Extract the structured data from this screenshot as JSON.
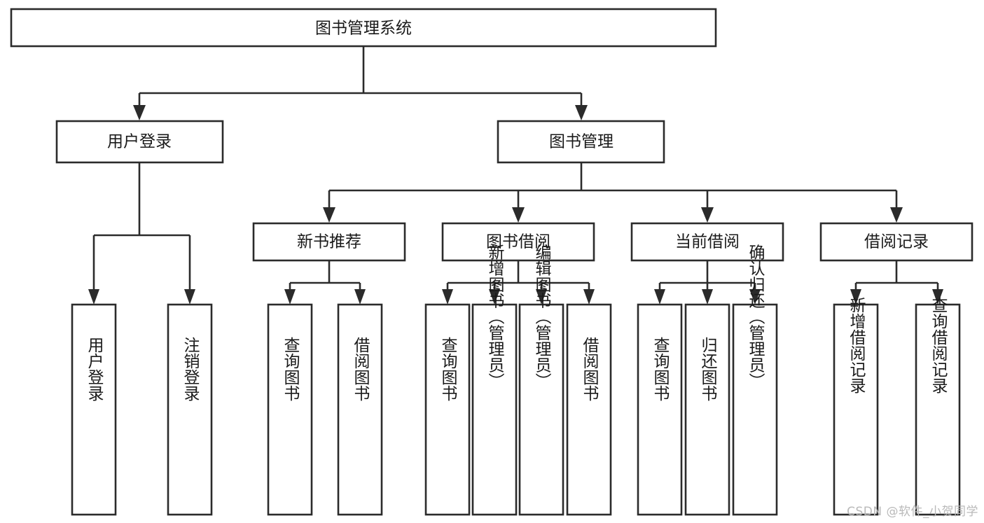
{
  "diagram": {
    "type": "tree-hierarchy-chart",
    "title": "图书管理系统",
    "watermark": "CSDN @软件_小贺同学",
    "colors": {
      "box_fill": "#ffffff",
      "box_stroke": "#2b2b2b",
      "text": "#1a1a1a",
      "background": "#ffffff",
      "watermark": "#b9b9b9"
    },
    "root": {
      "label": "图书管理系统"
    },
    "level2": [
      {
        "label": "用户登录"
      },
      {
        "label": "图书管理"
      }
    ],
    "level3": [
      {
        "label": "新书推荐"
      },
      {
        "label": "图书借阅"
      },
      {
        "label": "当前借阅"
      },
      {
        "label": "借阅记录"
      }
    ],
    "leaves": {
      "user_login": [
        {
          "label": "用户登录"
        },
        {
          "label": "注销登录"
        }
      ],
      "new_book_recommend": [
        {
          "label": "查询图书"
        },
        {
          "label": "借阅图书"
        }
      ],
      "book_borrow": [
        {
          "label": "查询图书"
        },
        {
          "label": "新增图书（管理员）"
        },
        {
          "label": "编辑图书（管理员）"
        },
        {
          "label": "借阅图书"
        }
      ],
      "current_borrow": [
        {
          "label": "查询图书"
        },
        {
          "label": "归还图书"
        },
        {
          "label": "确认归还（管理员）"
        }
      ],
      "borrow_record": [
        {
          "label": "新增借阅记录"
        },
        {
          "label": "查询借阅记录"
        }
      ]
    }
  }
}
